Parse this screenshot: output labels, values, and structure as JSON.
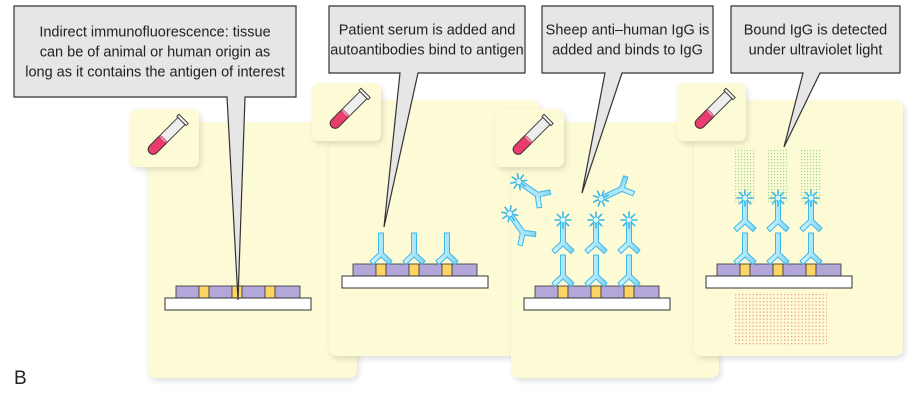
{
  "figure_label": "B",
  "colors": {
    "panel_bg": "#fdfad6",
    "callout_bg": "#e6e6e6",
    "callout_border": "#333333",
    "slide_fill": "#ffffff",
    "tissue_fill": "#b3a6d9",
    "antigen_fill": "#fcd462",
    "antibody_fill": "#aee6fa",
    "antibody_stroke": "#3bb9e8",
    "fluor_green": "#9ed98e",
    "fluor_red": "#f0a090",
    "serum_fill": "#ea3d6e"
  },
  "steps": [
    {
      "id": "tissue",
      "caption_lines": [
        "Indirect immunofluorescence: tissue",
        "can be of animal or human origin as",
        "long as it contains the antigen of interest"
      ],
      "icon": "test-tube-icon",
      "bound_autoantibodies": 0,
      "secondary_antibodies_bound": 0,
      "secondary_antibodies_free": 0,
      "fluorescence": false
    },
    {
      "id": "serum",
      "caption_lines": [
        "Patient serum is added and",
        "autoantibodies bind to antigen"
      ],
      "icon": "test-tube-icon",
      "bound_autoantibodies": 3,
      "secondary_antibodies_bound": 0,
      "secondary_antibodies_free": 0,
      "fluorescence": false
    },
    {
      "id": "anti-igg",
      "caption_lines": [
        "Sheep anti–human IgG is",
        "added and binds to IgG"
      ],
      "icon": "test-tube-icon",
      "bound_autoantibodies": 3,
      "secondary_antibodies_bound": 3,
      "secondary_antibodies_free": 3,
      "fluorescence": false
    },
    {
      "id": "uv",
      "caption_lines": [
        "Bound IgG is detected",
        "under ultraviolet light"
      ],
      "icon": "test-tube-icon",
      "bound_autoantibodies": 3,
      "secondary_antibodies_bound": 3,
      "secondary_antibodies_free": 0,
      "fluorescence": true
    }
  ]
}
